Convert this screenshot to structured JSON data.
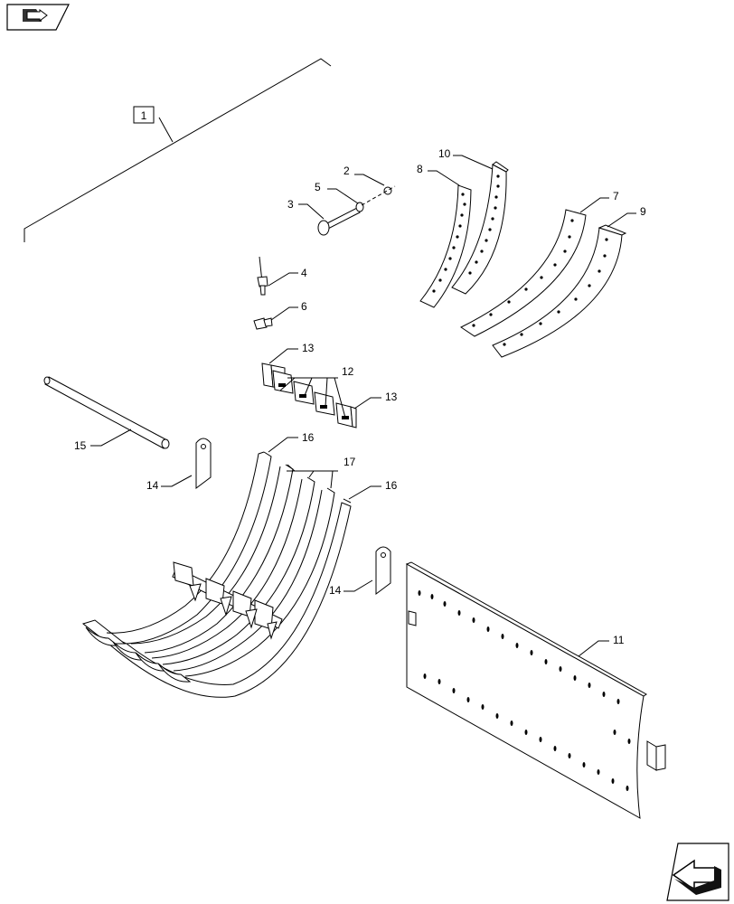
{
  "nav": {
    "back_icon": "book-arrow-icon",
    "next_icon": "book-arrow-next-icon"
  },
  "assembly": {
    "reference": "1"
  },
  "callouts": {
    "c2": "2",
    "c3": "3",
    "c4": "4",
    "c5": "5",
    "c6": "6",
    "c7": "7",
    "c8": "8",
    "c9": "9",
    "c10": "10",
    "c11": "11",
    "c12": "12",
    "c13a": "13",
    "c13b": "13",
    "c14a": "14",
    "c14b": "14",
    "c15": "15",
    "c16a": "16",
    "c16b": "16",
    "c17": "17"
  }
}
